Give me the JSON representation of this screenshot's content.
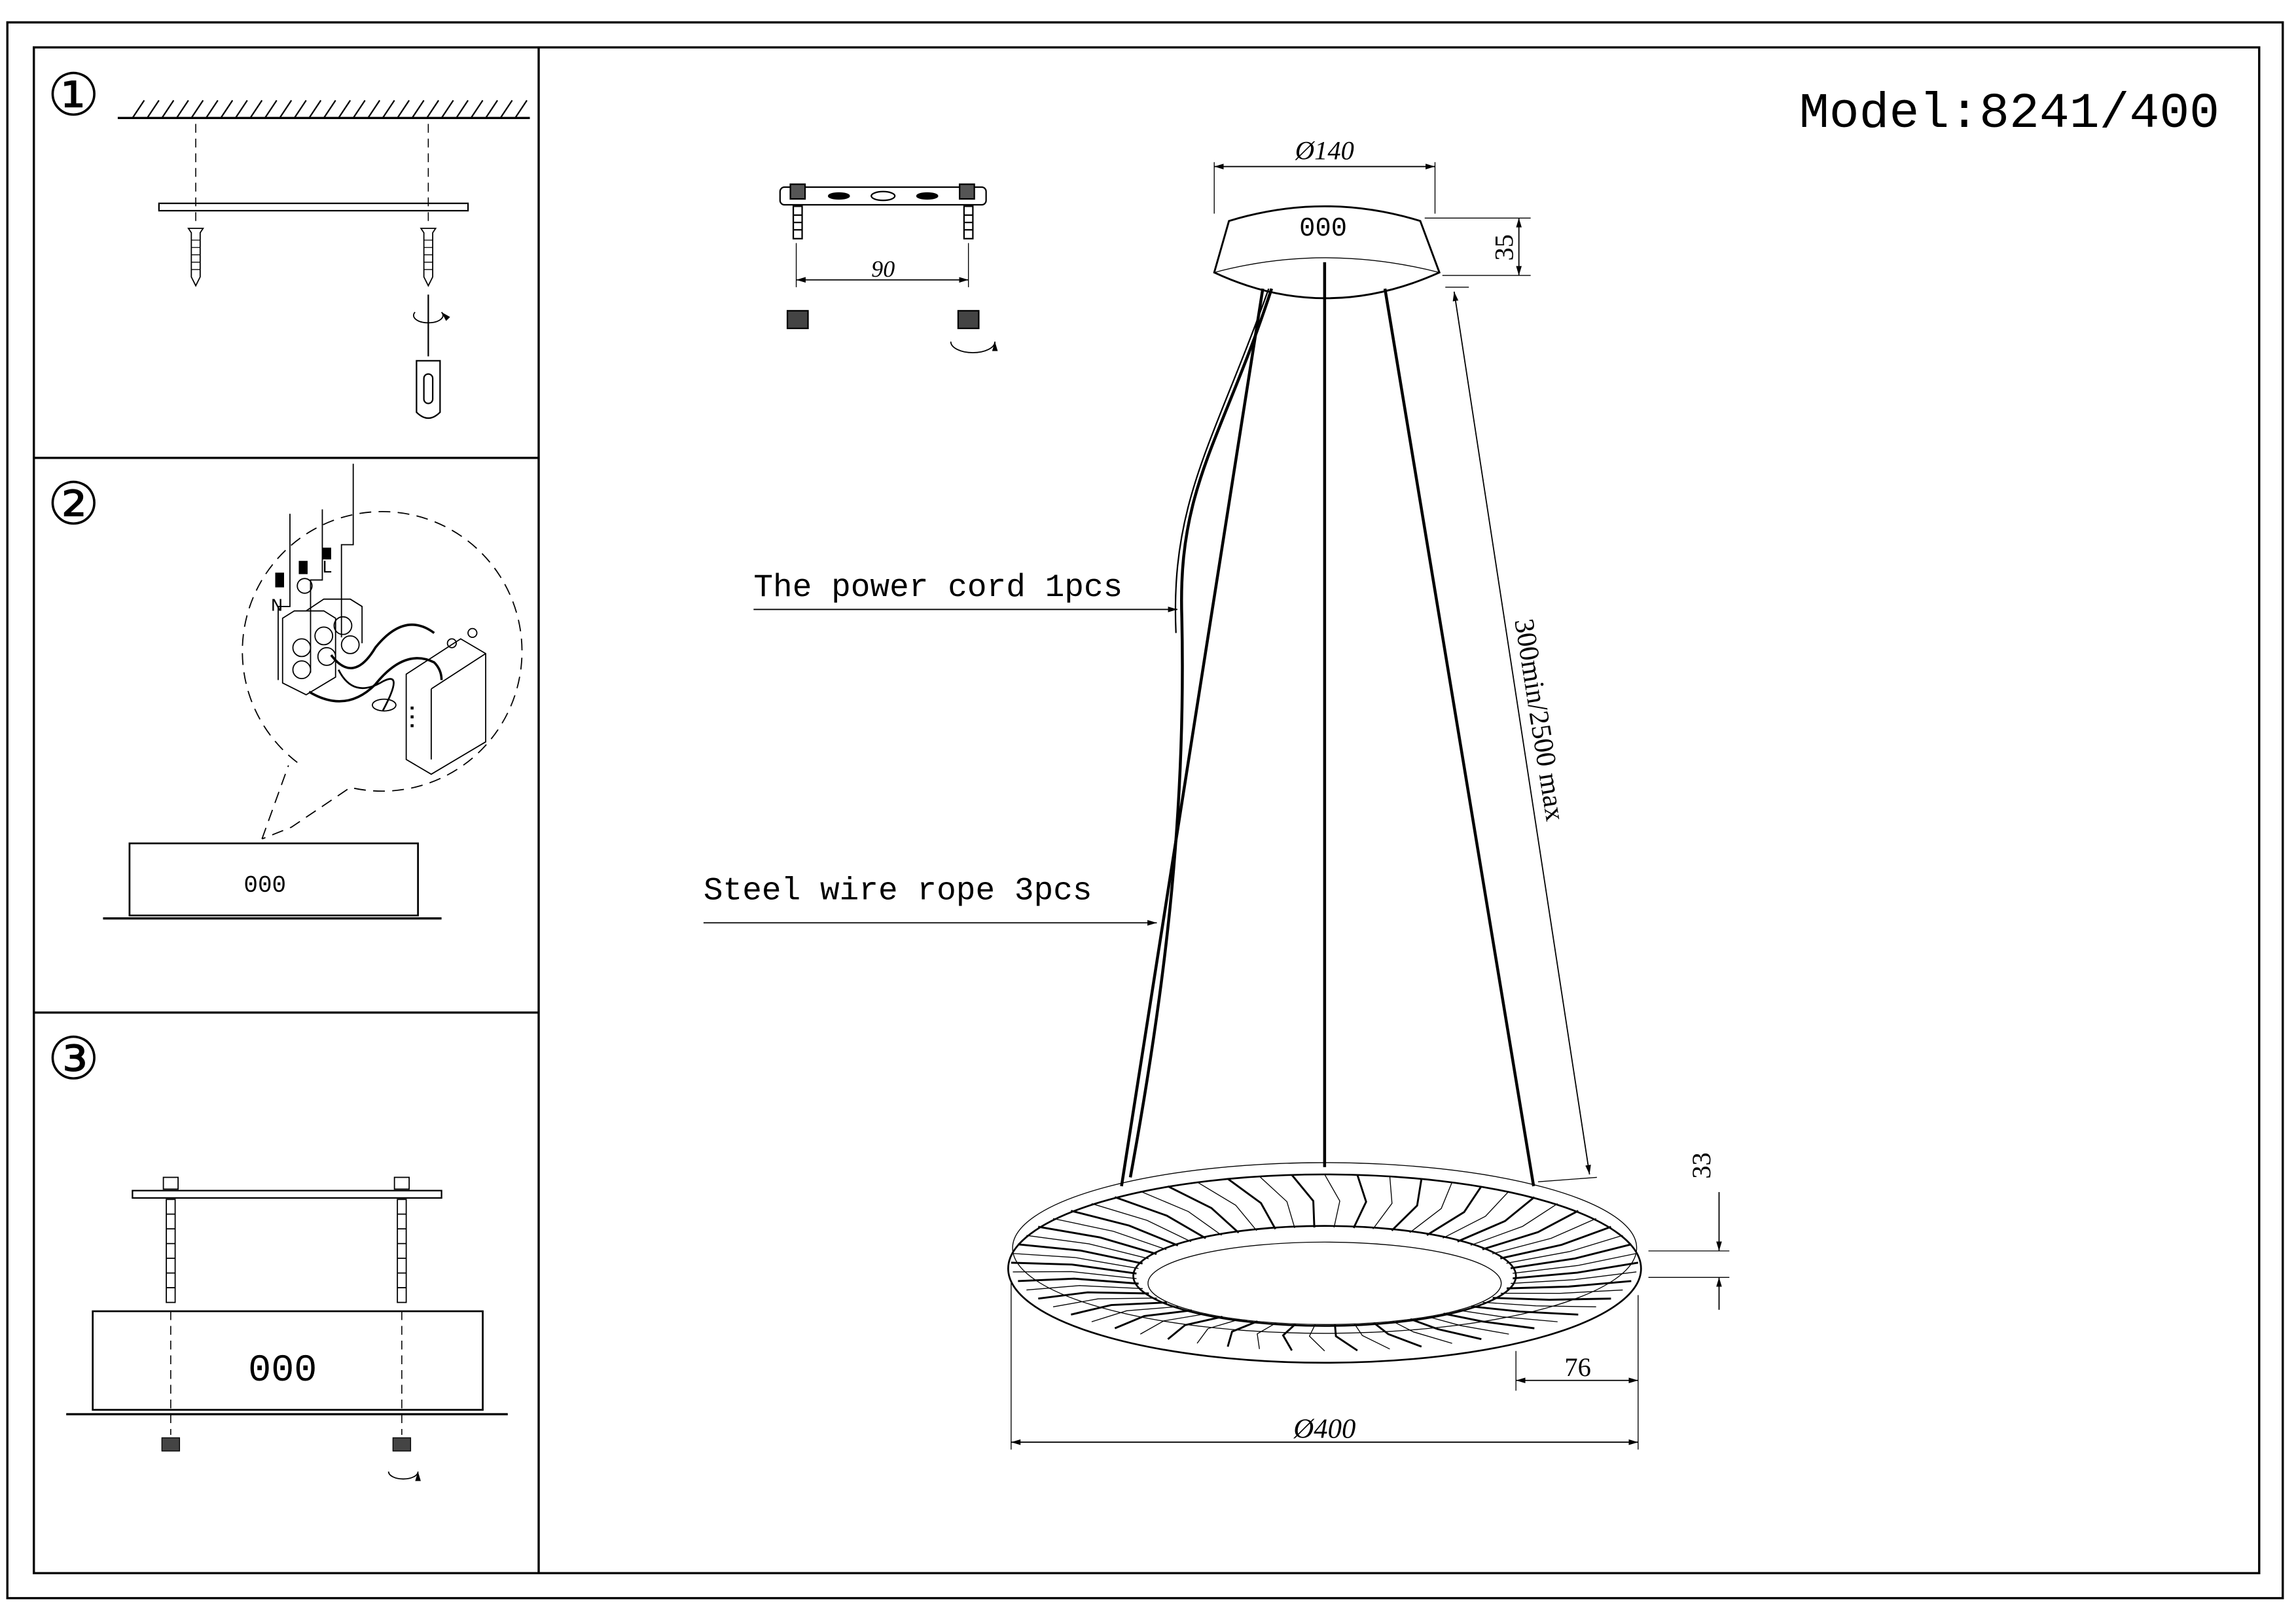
{
  "model": "Model:8241/400",
  "steps": [
    {
      "number": "①"
    },
    {
      "number": "②",
      "canopy_label": "000",
      "wire_labels": {
        "neutral": "N",
        "live": "L"
      }
    },
    {
      "number": "③",
      "canopy_label": "000"
    }
  ],
  "main": {
    "canopy_label": "000",
    "dimensions": {
      "canopy_diameter": "Ø140",
      "canopy_height": "35",
      "bracket_spacing": "90",
      "suspension_length": "300min/2500 max",
      "ring_height": "33",
      "ring_width": "76",
      "ring_diameter": "Ø400"
    },
    "callouts": {
      "power_cord": "The power cord  1pcs",
      "steel_wire": "Steel wire rope  3pcs"
    }
  }
}
